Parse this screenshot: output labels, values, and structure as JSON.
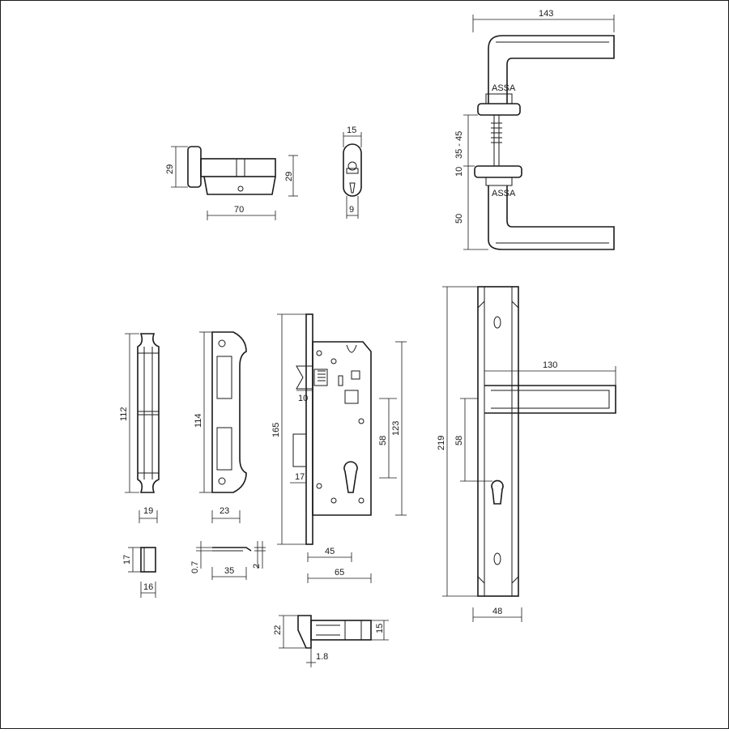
{
  "drawing": {
    "handle_top": {
      "width": "143",
      "rose_gap": "35 - 45",
      "rose_thickness": "10",
      "height": "50"
    },
    "cylinder": {
      "height_left": "29",
      "length": "70",
      "height_right": "29"
    },
    "key": {
      "width_top": "15",
      "width_bottom": "9"
    },
    "strike_plate": {
      "height": "112",
      "width": "19"
    },
    "forend_plate": {
      "height": "114",
      "width": "23"
    },
    "mortise_lock": {
      "total_height": "165",
      "backset": "10",
      "latch_to_cyl": "58",
      "inner_height": "123",
      "cyl_offset": "17",
      "depth_45": "45",
      "depth_65": "65"
    },
    "strike_box": {
      "height": "17",
      "width": "16"
    },
    "spacer_plate": {
      "thickness": "0.7",
      "length": "35",
      "depth": "2"
    },
    "latch_bolt": {
      "height": "22",
      "length": "15",
      "thickness": "1.8"
    },
    "lever_plate": {
      "lever_length": "130",
      "center_distance": "58",
      "plate_height": "219",
      "plate_width": "48"
    },
    "brand_mark": "ASSA"
  }
}
